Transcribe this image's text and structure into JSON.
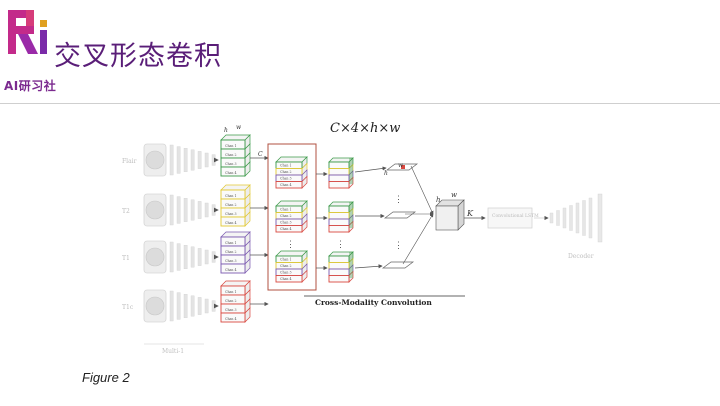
{
  "header": {
    "title": "交叉形态卷积",
    "brand": "AI研习社",
    "logo_text": "Ri"
  },
  "figure": {
    "caption": "Figure 2",
    "dim_label": "C×4×h×w",
    "bottom_label": "Cross-Modality Convolution",
    "modalities": [
      "Flair",
      "T2",
      "T1",
      "T1c"
    ],
    "encoder_label": "Multi-1",
    "chan_labels": [
      "Chan 1",
      "Chan 2",
      "Chan 3",
      "Chan 4"
    ],
    "symbols": {
      "h": "h",
      "w": "w",
      "c": "C",
      "k": "K"
    },
    "lstm_label": "Convolutional LSTM",
    "decoder_label": "Decoder",
    "dots": "⋮"
  },
  "colors": {
    "title": "#5a1e78",
    "green": "#3c9a4a",
    "yellow": "#e2c832",
    "purple": "#7a58b0",
    "red": "#d9473f",
    "frame": "#b05040",
    "faint": "#c4c4c4"
  }
}
